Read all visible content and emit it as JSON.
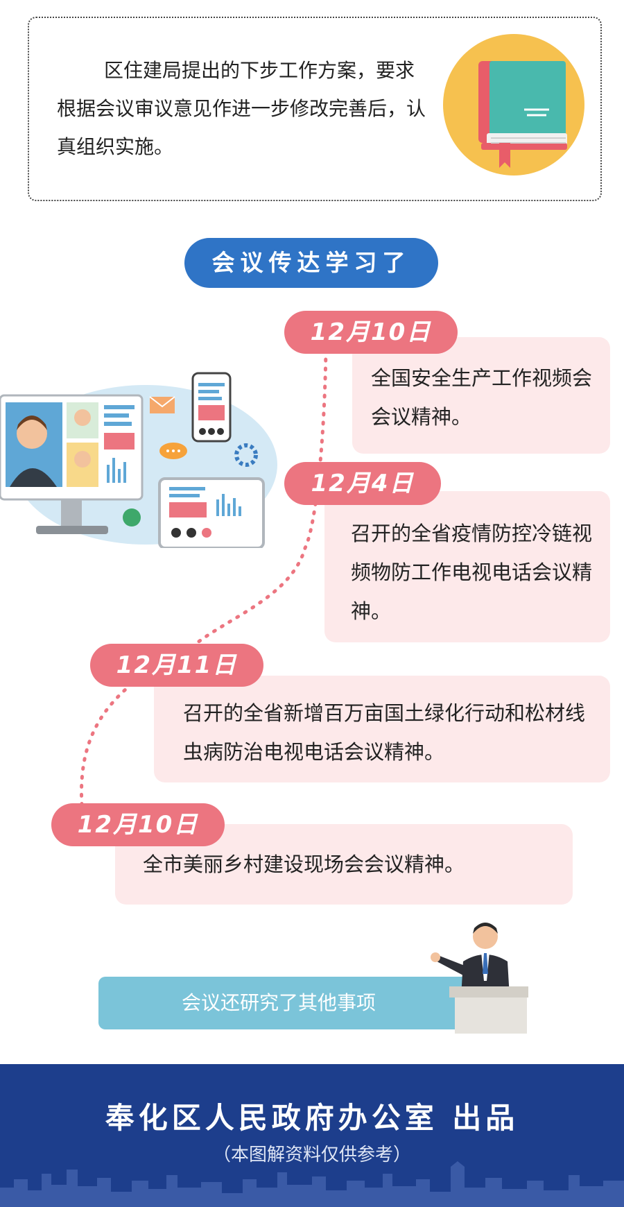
{
  "intro": {
    "text": "区住建局提出的下步工作方案，要求根据会议审议意见作进一步修改完善后，认真组织实施。"
  },
  "section_title": "会议传达学习了",
  "meetings": [
    {
      "date": "12月10日",
      "text": "全国安全生产工作视频会会议精神。"
    },
    {
      "date": "12月4日",
      "text": "召开的全省疫情防控冷链视频物防工作电视电话会议精神。"
    },
    {
      "date": "12月11日",
      "text": "召开的全省新增百万亩国土绿化行动和松材线虫病防治电视电话会议精神。"
    },
    {
      "date": "12月10日",
      "text": "全市美丽乡村建设现场会会议精神。"
    }
  ],
  "other_matters": "会议还研究了其他事项",
  "footer": {
    "title": "奉化区人民政府办公室 出品",
    "subtitle": "（本图解资料仅供参考）"
  },
  "colors": {
    "title_blue": "#2f74c6",
    "date_pink": "#ec7580",
    "card_pink": "#fde9ea",
    "footer_navy": "#1d3e8c",
    "other_teal": "#7bc4d9"
  },
  "icons": [
    "book-icon",
    "video-conference-illustration",
    "speaker-at-podium-illustration",
    "city-skyline-icon"
  ]
}
